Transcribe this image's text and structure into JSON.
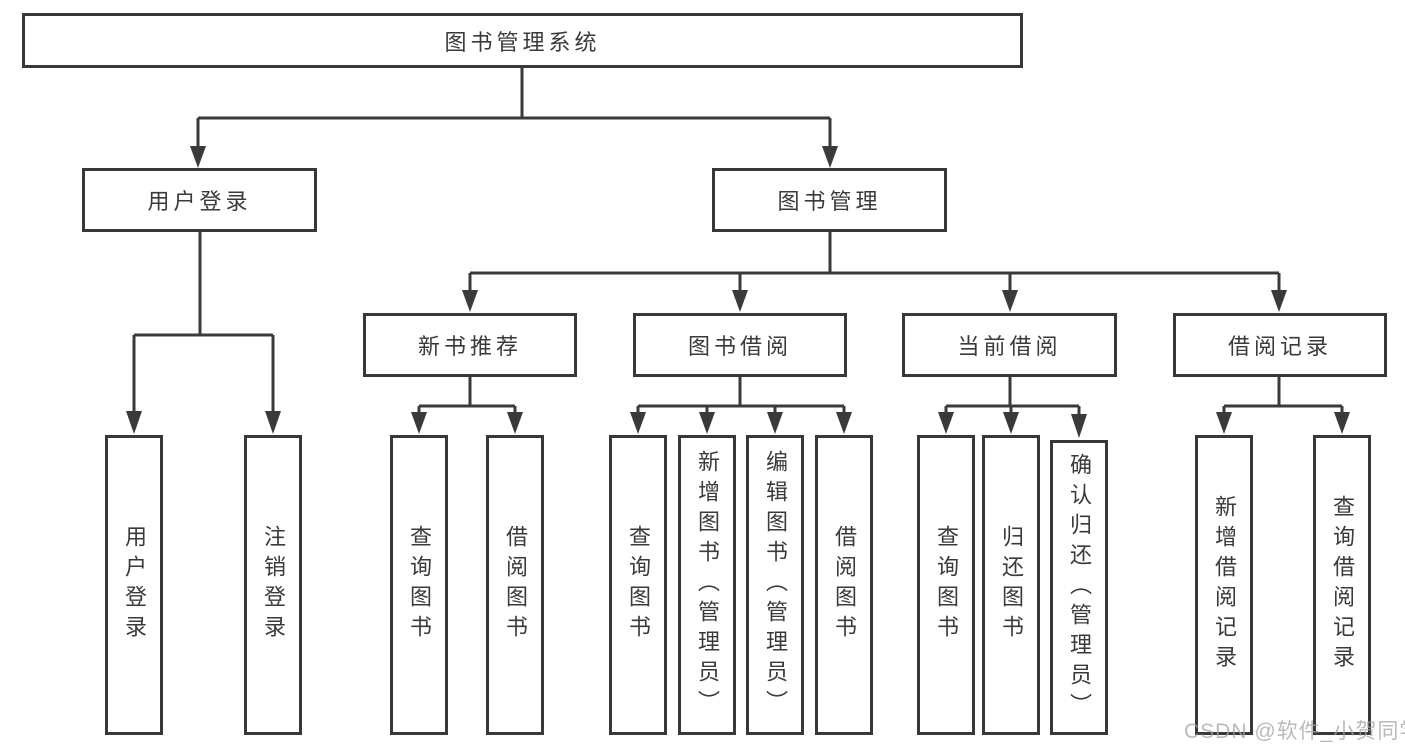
{
  "diagram": {
    "title": "图书管理系统",
    "root": {
      "label": "图书管理系统"
    },
    "level2": [
      {
        "label": "用户登录"
      },
      {
        "label": "图书管理"
      }
    ],
    "level3": [
      {
        "label": "新书推荐",
        "parent": "图书管理"
      },
      {
        "label": "图书借阅",
        "parent": "图书管理"
      },
      {
        "label": "当前借阅",
        "parent": "图书管理"
      },
      {
        "label": "借阅记录",
        "parent": "图书管理"
      }
    ],
    "leaves": [
      {
        "label": "用户登录",
        "parent": "用户登录"
      },
      {
        "label": "注销登录",
        "parent": "用户登录"
      },
      {
        "label": "查询图书",
        "parent": "新书推荐"
      },
      {
        "label": "借阅图书",
        "parent": "新书推荐"
      },
      {
        "label": "查询图书",
        "parent": "图书借阅"
      },
      {
        "label": "新增图书（管理员）",
        "parent": "图书借阅"
      },
      {
        "label": "编辑图书（管理员）",
        "parent": "图书借阅"
      },
      {
        "label": "借阅图书",
        "parent": "图书借阅"
      },
      {
        "label": "查询图书",
        "parent": "当前借阅"
      },
      {
        "label": "归还图书",
        "parent": "当前借阅"
      },
      {
        "label": "确认归还（管理员）",
        "parent": "当前借阅"
      },
      {
        "label": "新增借阅记录",
        "parent": "借阅记录"
      },
      {
        "label": "查询借阅记录",
        "parent": "借阅记录"
      }
    ],
    "colors": {
      "line": "#3a3a3a",
      "text": "#3a3a3a",
      "box_background": "#ffffff",
      "watermark": "#a3a3a3"
    }
  },
  "watermark": {
    "text": "CSDN @软件_小贺同学"
  }
}
